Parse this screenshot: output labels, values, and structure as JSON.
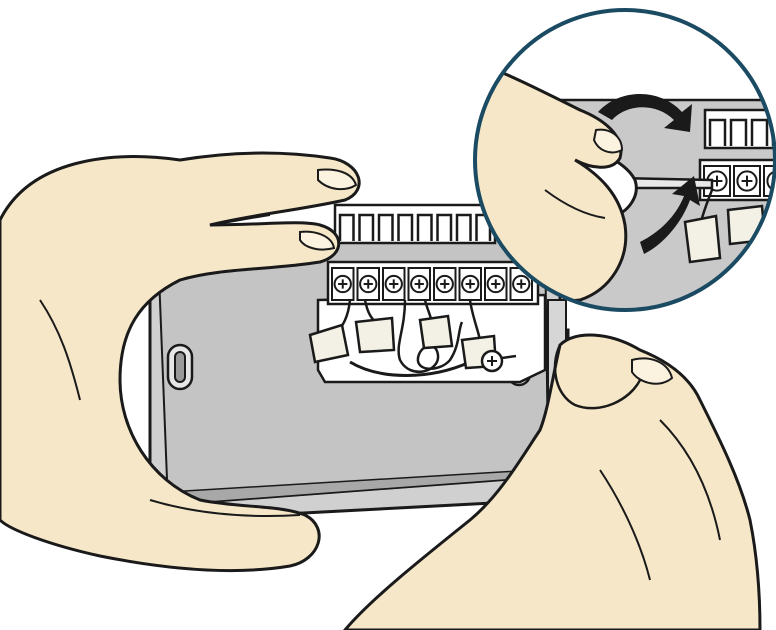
{
  "illustration": {
    "subject": "wiring-terminal-screwdriver",
    "colors": {
      "background": "#ffffff",
      "outline": "#1a1a1a",
      "skin": "#f6e7c8",
      "skin_shadow": "#e2ccA0",
      "housing": "#c9c9c9",
      "housing_dark": "#a9a9a9",
      "terminal_white": "#ffffff",
      "connector": "#f3f1e6",
      "callout_border": "#1b4b63",
      "callout_bg": "#ffffff",
      "rotate_arrow": "#1a1a1a"
    },
    "icons": {
      "rotate_top": "curved-arrow-icon",
      "rotate_bottom": "curved-arrow-icon",
      "terminal_screw": "plus-screw-icon"
    },
    "terminal_count": 8,
    "callout_terminal_count": 3
  }
}
